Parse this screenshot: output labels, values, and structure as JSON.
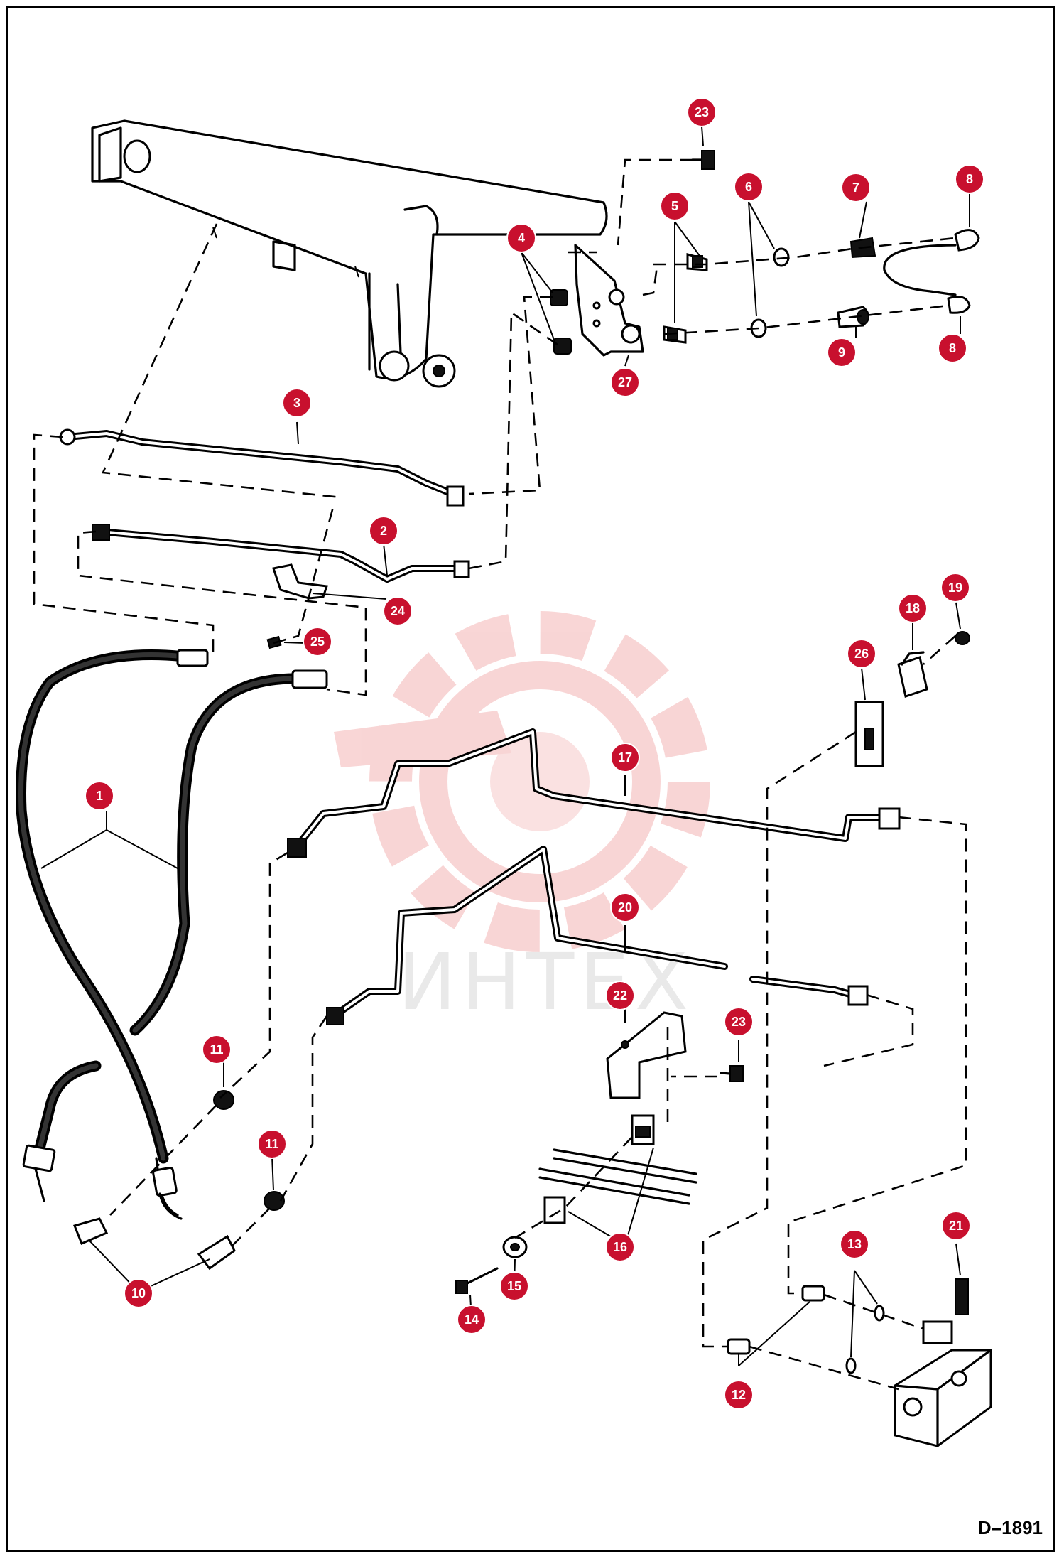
{
  "drawing_number": "D–1891",
  "watermark": {
    "text": "ИНТЕХ",
    "color": "#f2a6a6"
  },
  "accent_color": "#c8102e",
  "callouts": [
    {
      "id": "c23a",
      "label": "23"
    },
    {
      "id": "c5",
      "label": "5"
    },
    {
      "id": "c6",
      "label": "6"
    },
    {
      "id": "c7",
      "label": "7"
    },
    {
      "id": "c8a",
      "label": "8"
    },
    {
      "id": "c4",
      "label": "4"
    },
    {
      "id": "c9",
      "label": "9"
    },
    {
      "id": "c8b",
      "label": "8"
    },
    {
      "id": "c27",
      "label": "27"
    },
    {
      "id": "c3",
      "label": "3"
    },
    {
      "id": "c2",
      "label": "2"
    },
    {
      "id": "c24",
      "label": "24"
    },
    {
      "id": "c25",
      "label": "25"
    },
    {
      "id": "c19",
      "label": "19"
    },
    {
      "id": "c18",
      "label": "18"
    },
    {
      "id": "c26",
      "label": "26"
    },
    {
      "id": "c1",
      "label": "1"
    },
    {
      "id": "c17",
      "label": "17"
    },
    {
      "id": "c20",
      "label": "20"
    },
    {
      "id": "c22",
      "label": "22"
    },
    {
      "id": "c23b",
      "label": "23"
    },
    {
      "id": "c11a",
      "label": "11"
    },
    {
      "id": "c11b",
      "label": "11"
    },
    {
      "id": "c21",
      "label": "21"
    },
    {
      "id": "c13",
      "label": "13"
    },
    {
      "id": "c16",
      "label": "16"
    },
    {
      "id": "c15",
      "label": "15"
    },
    {
      "id": "c10",
      "label": "10"
    },
    {
      "id": "c14",
      "label": "14"
    },
    {
      "id": "c12",
      "label": "12"
    }
  ]
}
